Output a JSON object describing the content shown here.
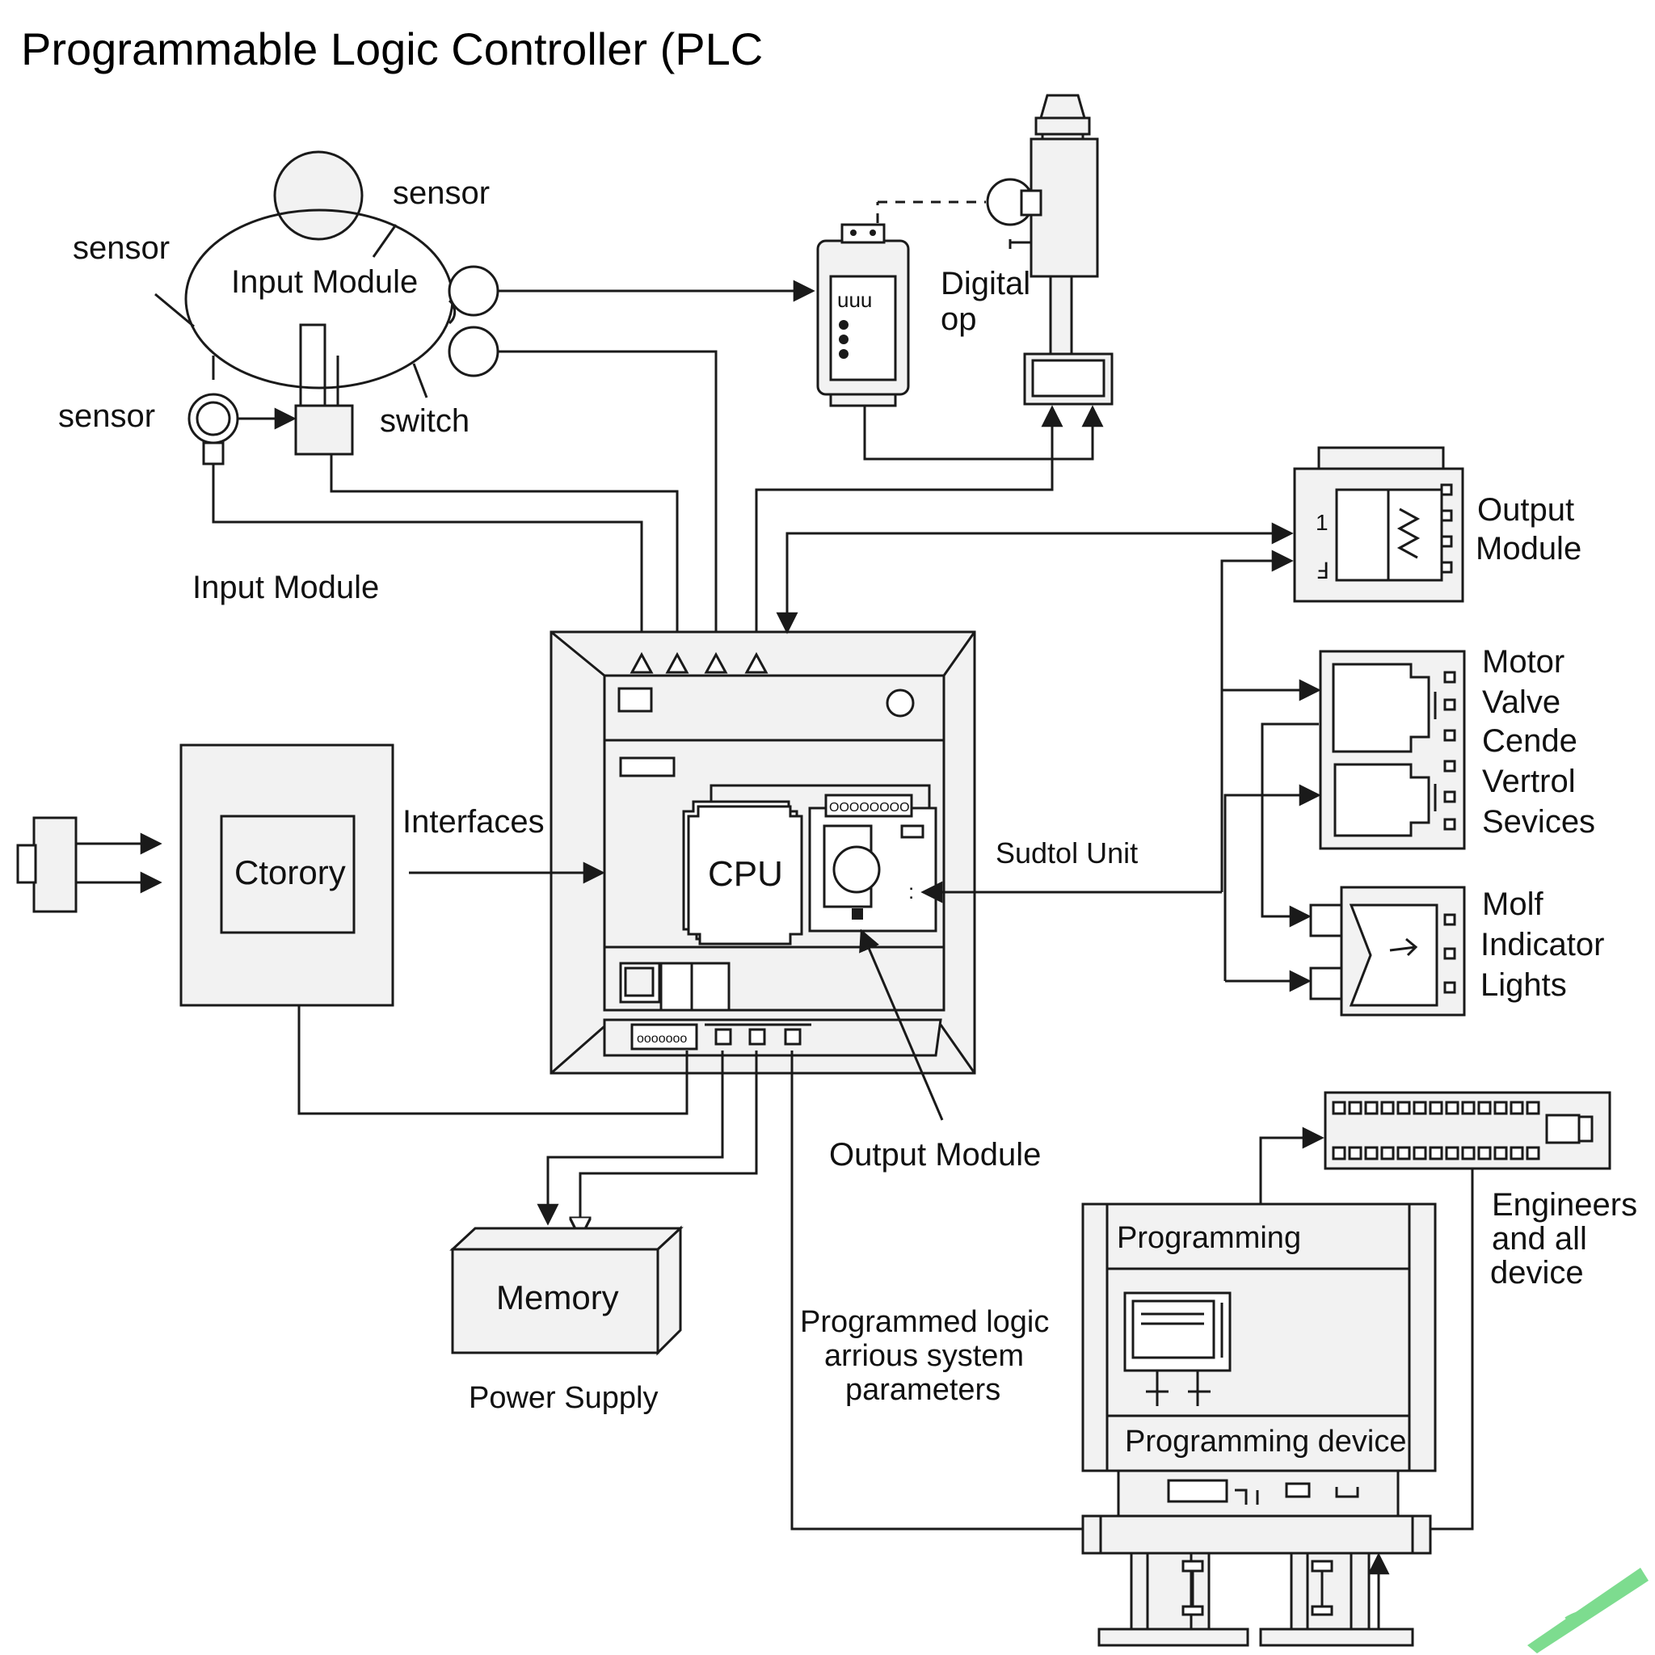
{
  "title": "Programmable Logic Controller (PLC",
  "labels": {
    "sensor_top": "sensor",
    "sensor_left": "sensor",
    "sensor_bottom": "sensor",
    "input_module_oval": "Input Module",
    "switch": "switch",
    "input_module_caption": "Input Module",
    "digital_line1": "Digital",
    "digital_line2": "op",
    "output_module_right_line1": "Output",
    "output_module_right_line2": "Module",
    "motor_list": [
      "Motor",
      "Valve",
      "Cende",
      "Vertrol",
      "Sevices"
    ],
    "indicator_list": [
      "Molf",
      "Indicator",
      "Lights"
    ],
    "control_unit": "Sudtol Unit",
    "interfaces": "Interfaces",
    "ctorory": "Ctorory",
    "cpu": "CPU",
    "output_module_bottom": "Output Module",
    "memory": "Memory",
    "power_supply": "Power Supply",
    "programmed_logic": [
      "Programmed logic",
      "arrious system",
      "parameters"
    ],
    "programming": "Programming",
    "programming_device": "Programming device",
    "engineers": [
      "Engineers",
      "and all",
      "device"
    ],
    "pins_text": "ooooooo",
    "chip_text": "OOOOOOOO"
  },
  "icons": [
    "sensor-icon",
    "switch-icon",
    "digital-output-module-icon",
    "actuator-icon",
    "relay-icon",
    "plc-chassis-icon",
    "cpu-chip-icon",
    "terminal-block-icon",
    "memory-block-icon",
    "programming-terminal-icon",
    "pen-logo-icon"
  ],
  "colors": {
    "stroke": "#1a1a1a",
    "fill": "#f2f2f2",
    "logo": "#7ddc8f"
  }
}
